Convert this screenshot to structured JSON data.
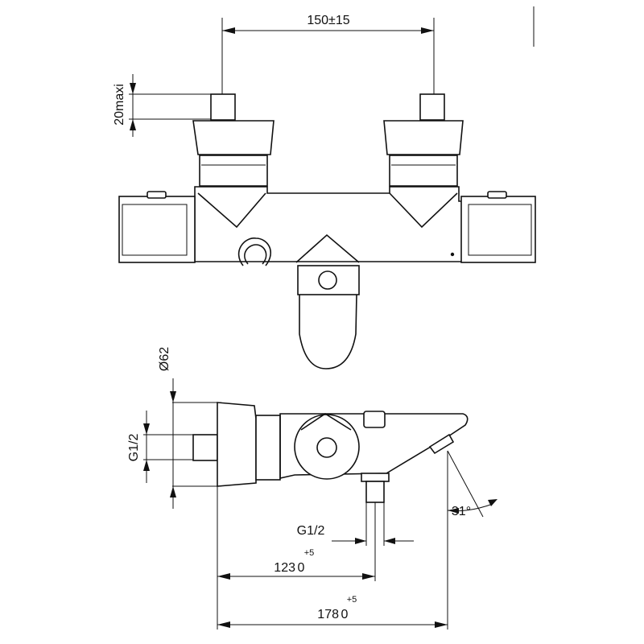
{
  "dimensions": {
    "spacing": "150±15",
    "projection": "20maxi",
    "diameter": "Ø62",
    "inlet_thread": "G1/2",
    "outlet_thread": "G1/2",
    "outlet_angle": "31°",
    "depth_outlet": {
      "nominal": "123",
      "tol_upper": "+5",
      "tol_lower": "0"
    },
    "depth_total": {
      "nominal": "178",
      "tol_upper": "+5",
      "tol_lower": "0"
    }
  }
}
